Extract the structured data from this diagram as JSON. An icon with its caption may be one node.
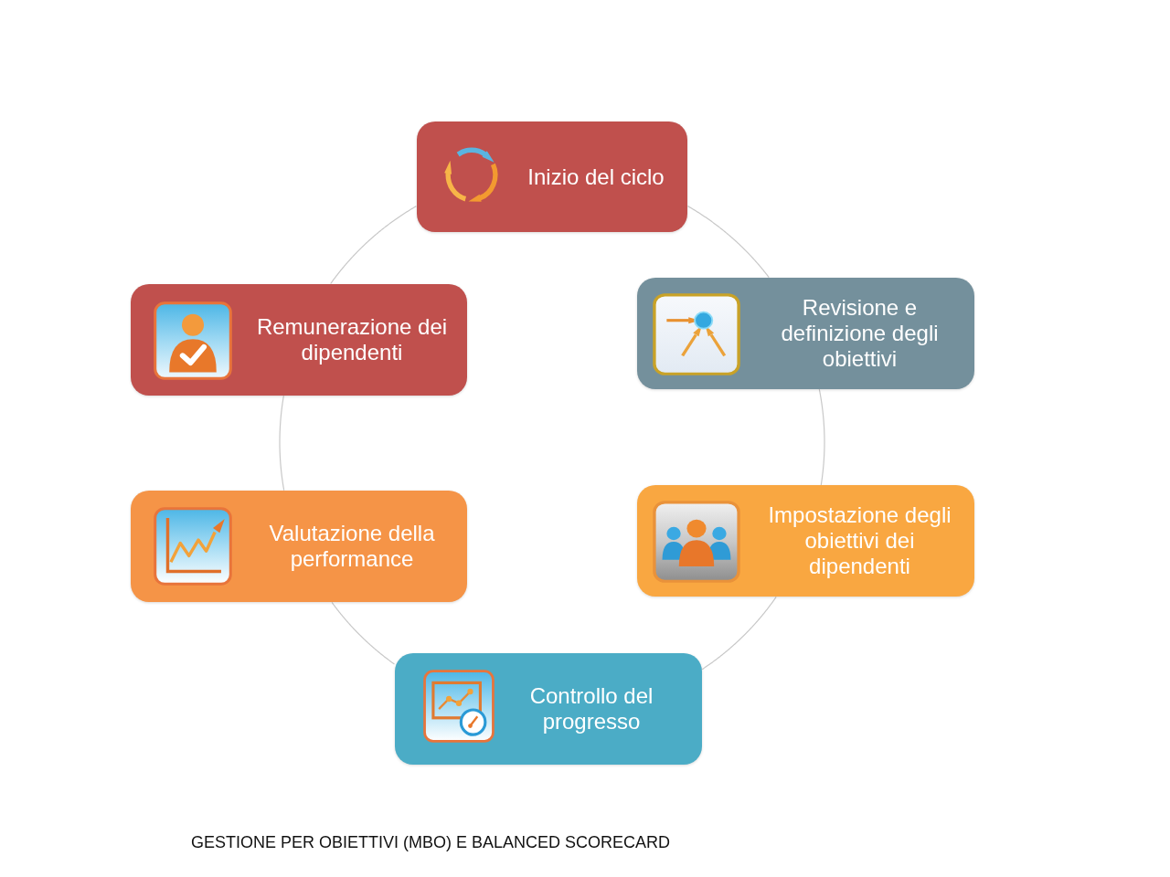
{
  "diagram": {
    "nodes": [
      {
        "text": [
          "Inizio del ciclo"
        ]
      },
      {
        "text": [
          "Revisione e definizione degli obiettivi"
        ]
      },
      {
        "text": [
          "Impostazione degli obiettivi dei dipendenti"
        ]
      },
      {
        "text": [
          "Controllo del progresso"
        ]
      },
      {
        "text": [
          "Valutazione della performance"
        ]
      },
      {
        "text": [
          "Remunerazione dei dipendenti"
        ]
      }
    ],
    "edges": [
      {
        "from": 0,
        "to": 1,
        "arrow": "none"
      },
      {
        "from": 1,
        "to": 2,
        "arrow": "none"
      },
      {
        "from": 2,
        "to": 3,
        "arrow": "none"
      },
      {
        "from": 3,
        "to": 4,
        "arrow": "none"
      },
      {
        "from": 4,
        "to": 5,
        "arrow": "none"
      },
      {
        "from": 5,
        "to": 0,
        "arrow": "none"
      }
    ],
    "labels": [
      "GESTIONE PER OBIETTIVI (MBO) E BALANCED SCORECARD"
    ]
  }
}
